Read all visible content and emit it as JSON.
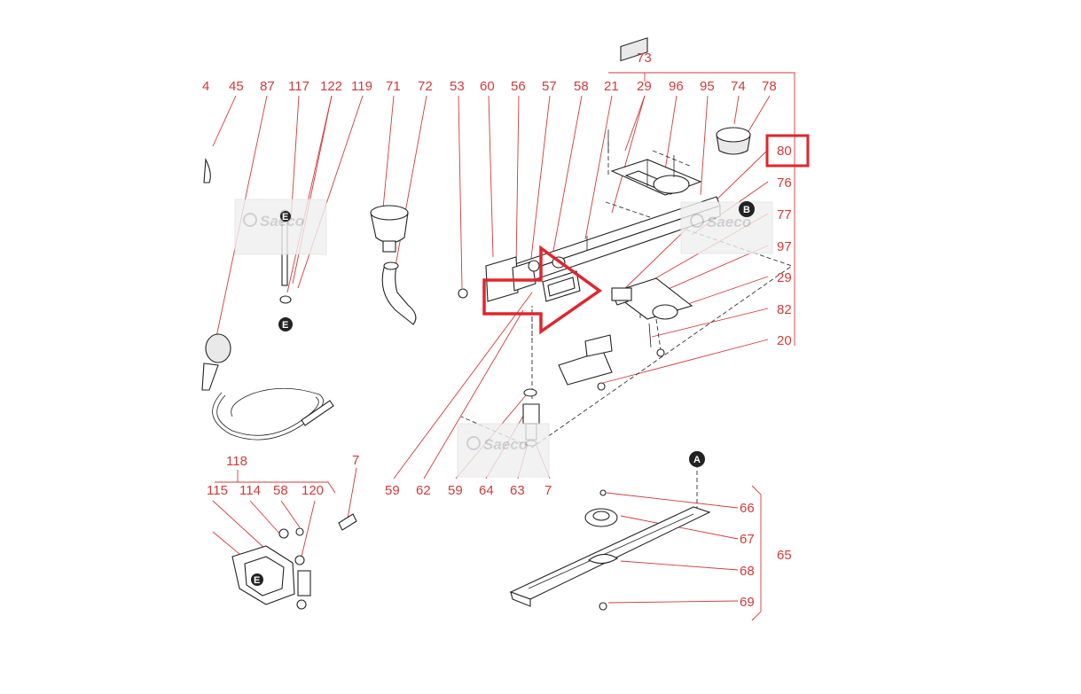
{
  "watermark": {
    "brand": "Saeco"
  },
  "labels": {
    "l4": "4",
    "l45": "45",
    "l87": "87",
    "l117": "117",
    "l122": "122",
    "l119": "119",
    "l71": "71",
    "l72": "72",
    "l53": "53",
    "l60": "60",
    "l56": "56",
    "l57": "57",
    "l58": "58",
    "l21": "21",
    "l29": "29",
    "l96": "96",
    "l95": "95",
    "l74": "74",
    "l78": "78",
    "l73": "73",
    "l80": "80",
    "l76": "76",
    "l77": "77",
    "l97": "97",
    "l29b": "29",
    "l82": "82",
    "l20": "20",
    "l59": "59",
    "l62": "62",
    "l59b": "59",
    "l64": "64",
    "l63": "63",
    "l7": "7",
    "l118": "118",
    "l115": "115",
    "l114": "114",
    "l58b": "58",
    "l120": "120",
    "l7b": "7",
    "l66": "66",
    "l67": "67",
    "l68": "68",
    "l65": "65",
    "l69": "69"
  },
  "markers": {
    "a": "A",
    "b": "B",
    "e": "E",
    "e2": "E",
    "e3": "E"
  },
  "highlight": {
    "part": "80",
    "color": "#e0262d"
  },
  "colors": {
    "label": "#d23a3a",
    "arrow": "#e0262d",
    "lines": "#222222"
  }
}
